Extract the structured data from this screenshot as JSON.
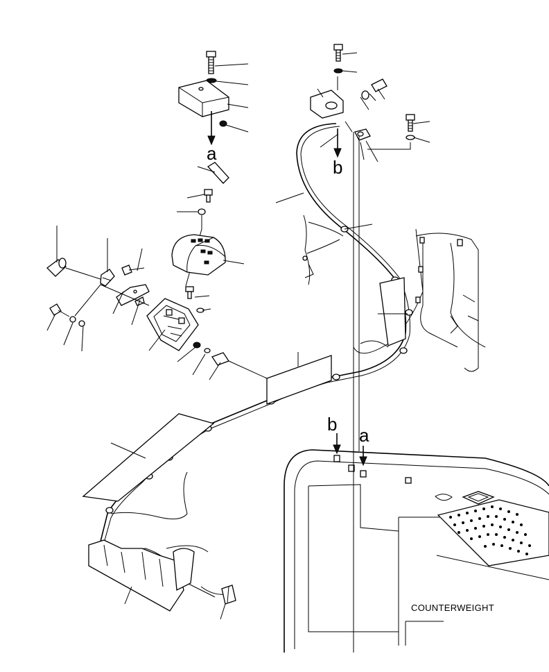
{
  "labels": {
    "counterweight": "COUNTERWEIGHT",
    "arrow_a_top": "a",
    "arrow_b_top": "b",
    "arrow_b_bottom": "b",
    "arrow_a_bottom": "a"
  },
  "colors": {
    "ink": "#000000",
    "paper": "#ffffff"
  }
}
